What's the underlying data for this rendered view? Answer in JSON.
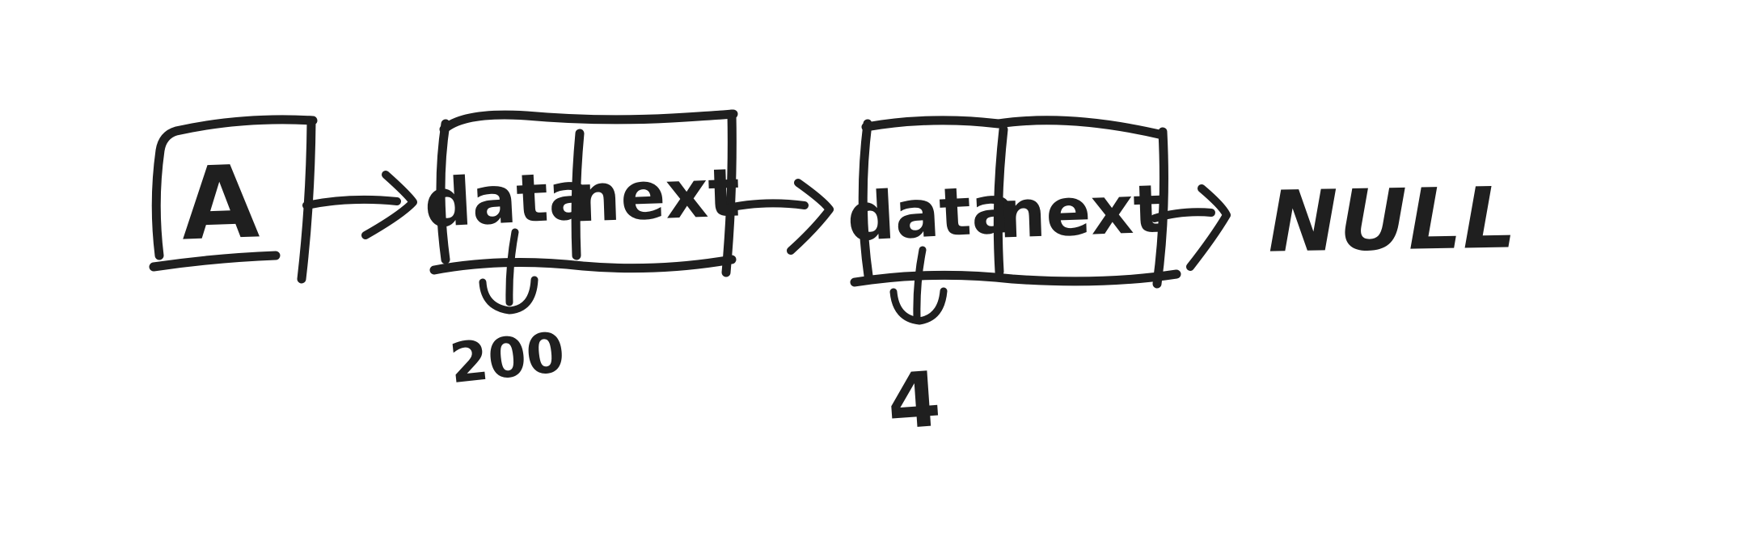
{
  "diagram": {
    "type": "linked-list-sketch",
    "ink_color": "#1f1f1f",
    "background_color": "#ffffff",
    "head": {
      "label": "A"
    },
    "nodes": [
      {
        "data_label": "data",
        "next_label": "next",
        "value": "200"
      },
      {
        "data_label": "data",
        "next_label": "next",
        "value": "4"
      }
    ],
    "terminator": {
      "label": "NULL"
    }
  }
}
